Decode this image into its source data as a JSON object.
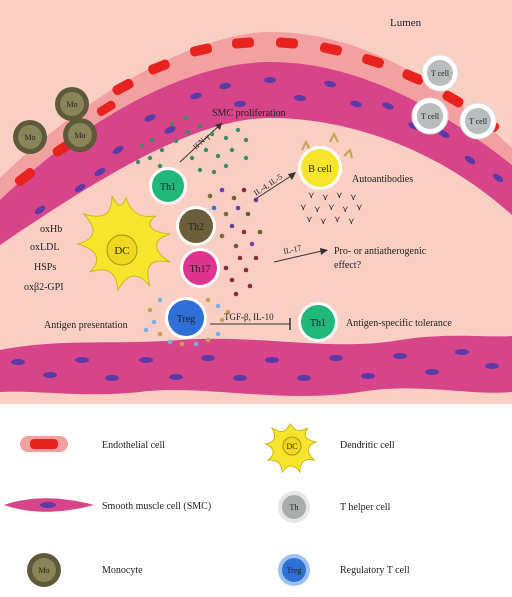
{
  "diagram": {
    "lumen": "Lumen",
    "t_cell": "T cell",
    "monocyte_label": "Mo",
    "smc_proliferation": "SMC proliferation",
    "ifn_gamma": "IFN-γ",
    "th1": "Th1",
    "th2": "Th2",
    "th17": "Th17",
    "treg": "Treg",
    "dc": "DC",
    "b_cell": "B cell",
    "il4_il5": "IL-4, IL-5",
    "autoantibodies": "Autoantibodies",
    "il17": "IL-17",
    "pro_anti_line1": "Pro- or antiatherogenic",
    "pro_anti_line2": "effect?",
    "tgf_il10": "TGF-β, IL-10",
    "antigen_tolerance": "Antigen-specific tolerance",
    "antigen_presentation": "Antigen presentation",
    "antigens": [
      "oxHb",
      "oxLDL",
      "HSPs",
      "oxβ2-GPI"
    ]
  },
  "legend": {
    "endothelial_cell": "Endothelial cell",
    "smooth_muscle_cell": "Smooth muscle cell (SMC)",
    "monocyte": "Monocyte",
    "dendritic_cell": "Dendritic cell",
    "t_helper_cell": "T helper cell",
    "regulatory_t_cell": "Regulatory T cell",
    "icon_mo": "Mo",
    "icon_dc": "DC",
    "icon_th": "Th",
    "icon_treg": "Treg"
  },
  "colors": {
    "background": "#f9cfc4",
    "endothelium": "#f4a3a3",
    "endothelial_nucleus": "#e8221f",
    "smc": "#d9458a",
    "smc_nucleus": "#5a3aa6",
    "monocyte": "#5e5a39",
    "dendritic_cell": "#f6e52c",
    "th1": "#1fb77a",
    "th2": "#6b5e3a",
    "th17": "#e0338f",
    "treg": "#2f6fd8",
    "t_cell": "#b9bcbd",
    "b_cell": "#f6e52c",
    "antibody": "#c7a24a"
  }
}
